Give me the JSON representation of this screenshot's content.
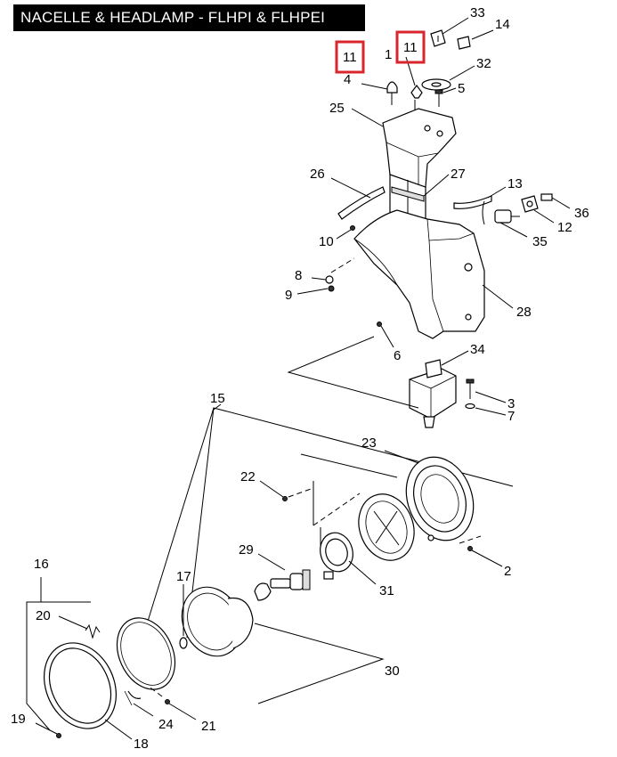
{
  "title": "NACELLE & HEADLAMP - FLHPI & FLHPEI",
  "highlight_color": "#d9262c",
  "highlighted_callouts": [
    "11",
    "11"
  ],
  "callouts": [
    "33",
    "14",
    "1",
    "32",
    "4",
    "5",
    "25",
    "26",
    "27",
    "13",
    "36",
    "12",
    "10",
    "35",
    "8",
    "9",
    "28",
    "6",
    "34",
    "3",
    "7",
    "15",
    "23",
    "22",
    "2",
    "29",
    "31",
    "16",
    "17",
    "20",
    "30",
    "24",
    "21",
    "19",
    "18"
  ]
}
